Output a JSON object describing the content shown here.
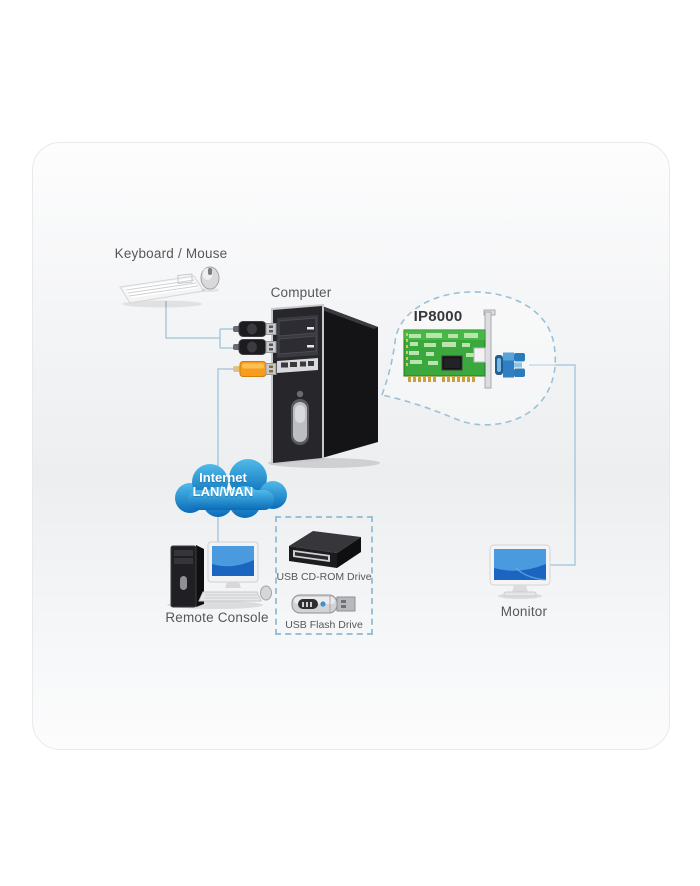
{
  "labels": {
    "keyboard_mouse": "Keyboard / Mouse",
    "computer": "Computer",
    "card": "IP8000",
    "cloud_line1": "Internet",
    "cloud_line2": "LAN/WAN",
    "remote_console": "Remote Console",
    "usb_cdrom_drive": "USB CD-ROM Drive",
    "usb_flash_drive": "USB Flash Drive",
    "monitor": "Monitor"
  },
  "colors": {
    "line": "#aac9de",
    "dashed": "#9cc0d6",
    "label": "#56575a",
    "card_label": "#37383a",
    "cloud_top": "#4fbbe9",
    "cloud_bottom": "#0a6bb8",
    "pcb_green": "#3aa83c",
    "vga_blue": "#2f7fc2",
    "usb_cable_orange": "#f69c1e",
    "panel_border": "#e7e9ea"
  }
}
